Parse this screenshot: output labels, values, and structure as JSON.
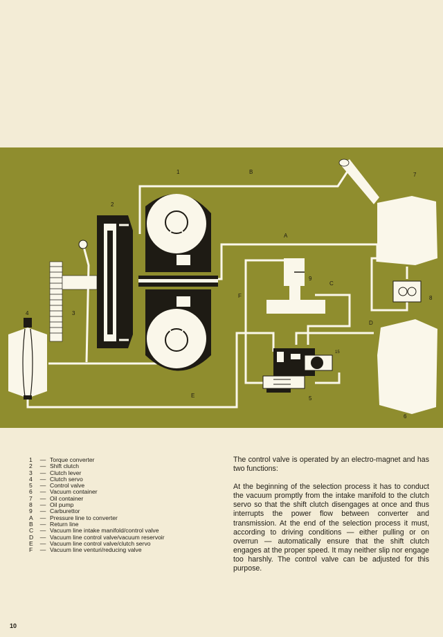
{
  "diagram": {
    "labels": {
      "n1": "1",
      "n2": "2",
      "n3": "3",
      "n4": "4",
      "n5": "5",
      "n6": "6",
      "n7": "7",
      "n8": "8",
      "n9": "9",
      "A": "A",
      "B": "B",
      "C": "C",
      "D": "D",
      "E": "E",
      "F": "F",
      "c15": "15"
    }
  },
  "legend": [
    {
      "key": "1",
      "text": "Torque converter"
    },
    {
      "key": "2",
      "text": "Shift clutch"
    },
    {
      "key": "3",
      "text": "Clutch lever"
    },
    {
      "key": "4",
      "text": "Clutch servo"
    },
    {
      "key": "5",
      "text": "Control valve"
    },
    {
      "key": "6",
      "text": "Vacuum container"
    },
    {
      "key": "7",
      "text": "Oil container"
    },
    {
      "key": "8",
      "text": "Oil pump"
    },
    {
      "key": "9",
      "text": "Carburettor"
    },
    {
      "key": "A",
      "text": "Pressure line to converter"
    },
    {
      "key": "B",
      "text": "Return line"
    },
    {
      "key": "C",
      "text": "Vacuum line intake manifold/control valve"
    },
    {
      "key": "D",
      "text": "Vacuum line control valve/vacuum reservoir"
    },
    {
      "key": "E",
      "text": "Vacuum line control valve/clutch servo"
    },
    {
      "key": "F",
      "text": "Vacuum line venturi/reducing valve"
    }
  ],
  "legend_dash": "—",
  "body": {
    "p1": "The control valve is operated by an electro-magnet and has two functions:",
    "p2": "At the beginning of the selection process it has to conduct the vacuum promptly from the intake manifold to the clutch servo so that the shift clutch disengages at once and thus interrupts the power flow between converter and transmission. At the end of the selection process it must, according to driving conditions — either pulling or on overrun — automatically ensure that the shift clutch engages at the proper speed. It may neither slip nor engage too harshly. The control valve can be adjusted for this purpose."
  },
  "page_number": "10",
  "colors": {
    "panel": "#8f8d2e",
    "paper": "#f3ecd6",
    "ink": "#1e1b14"
  }
}
